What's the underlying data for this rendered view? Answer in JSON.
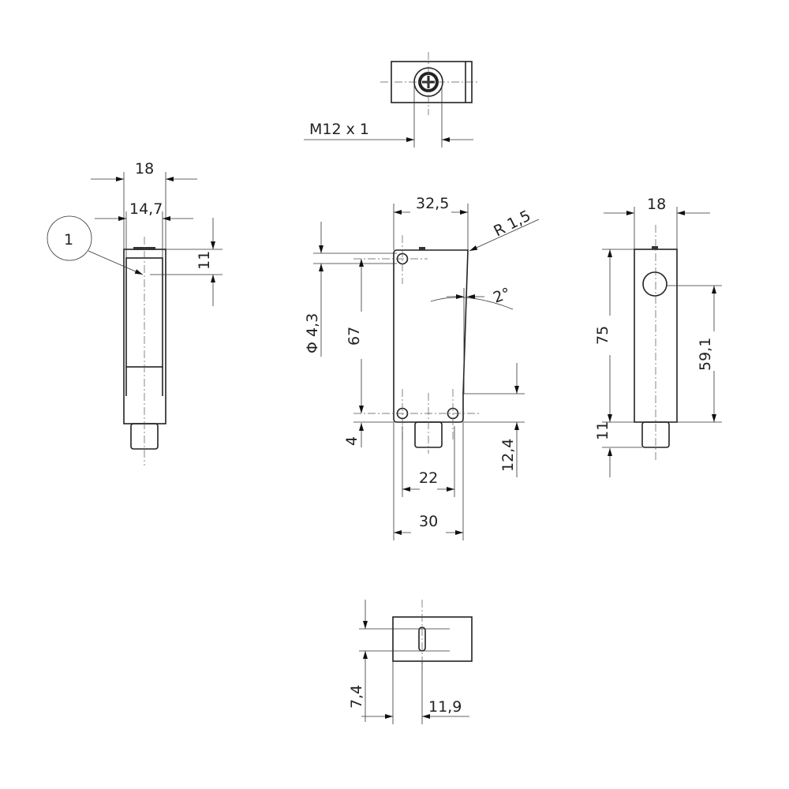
{
  "drawing": {
    "callout": "1",
    "top_view": {
      "thread": "M12 x 1"
    },
    "left_view": {
      "width_outer": "18",
      "width_inner": "14,7",
      "offset": "11"
    },
    "front_view": {
      "width_top": "32,5",
      "radius": "R 1,5",
      "angle": "2°",
      "hole_diameter": "Φ 4,3",
      "hole_spacing_vertical": "67",
      "hole_offset_bottom": "4",
      "step_height": "12,4",
      "hole_spacing_horizontal": "22",
      "width_bottom": "30"
    },
    "right_view": {
      "width": "18",
      "height": "75",
      "lens_height": "59,1",
      "connector_length": "11"
    },
    "bottom_view": {
      "slot_offset": "7,4",
      "slot_position": "11,9"
    },
    "colors": {
      "line": "#222222",
      "background": "#ffffff"
    }
  }
}
